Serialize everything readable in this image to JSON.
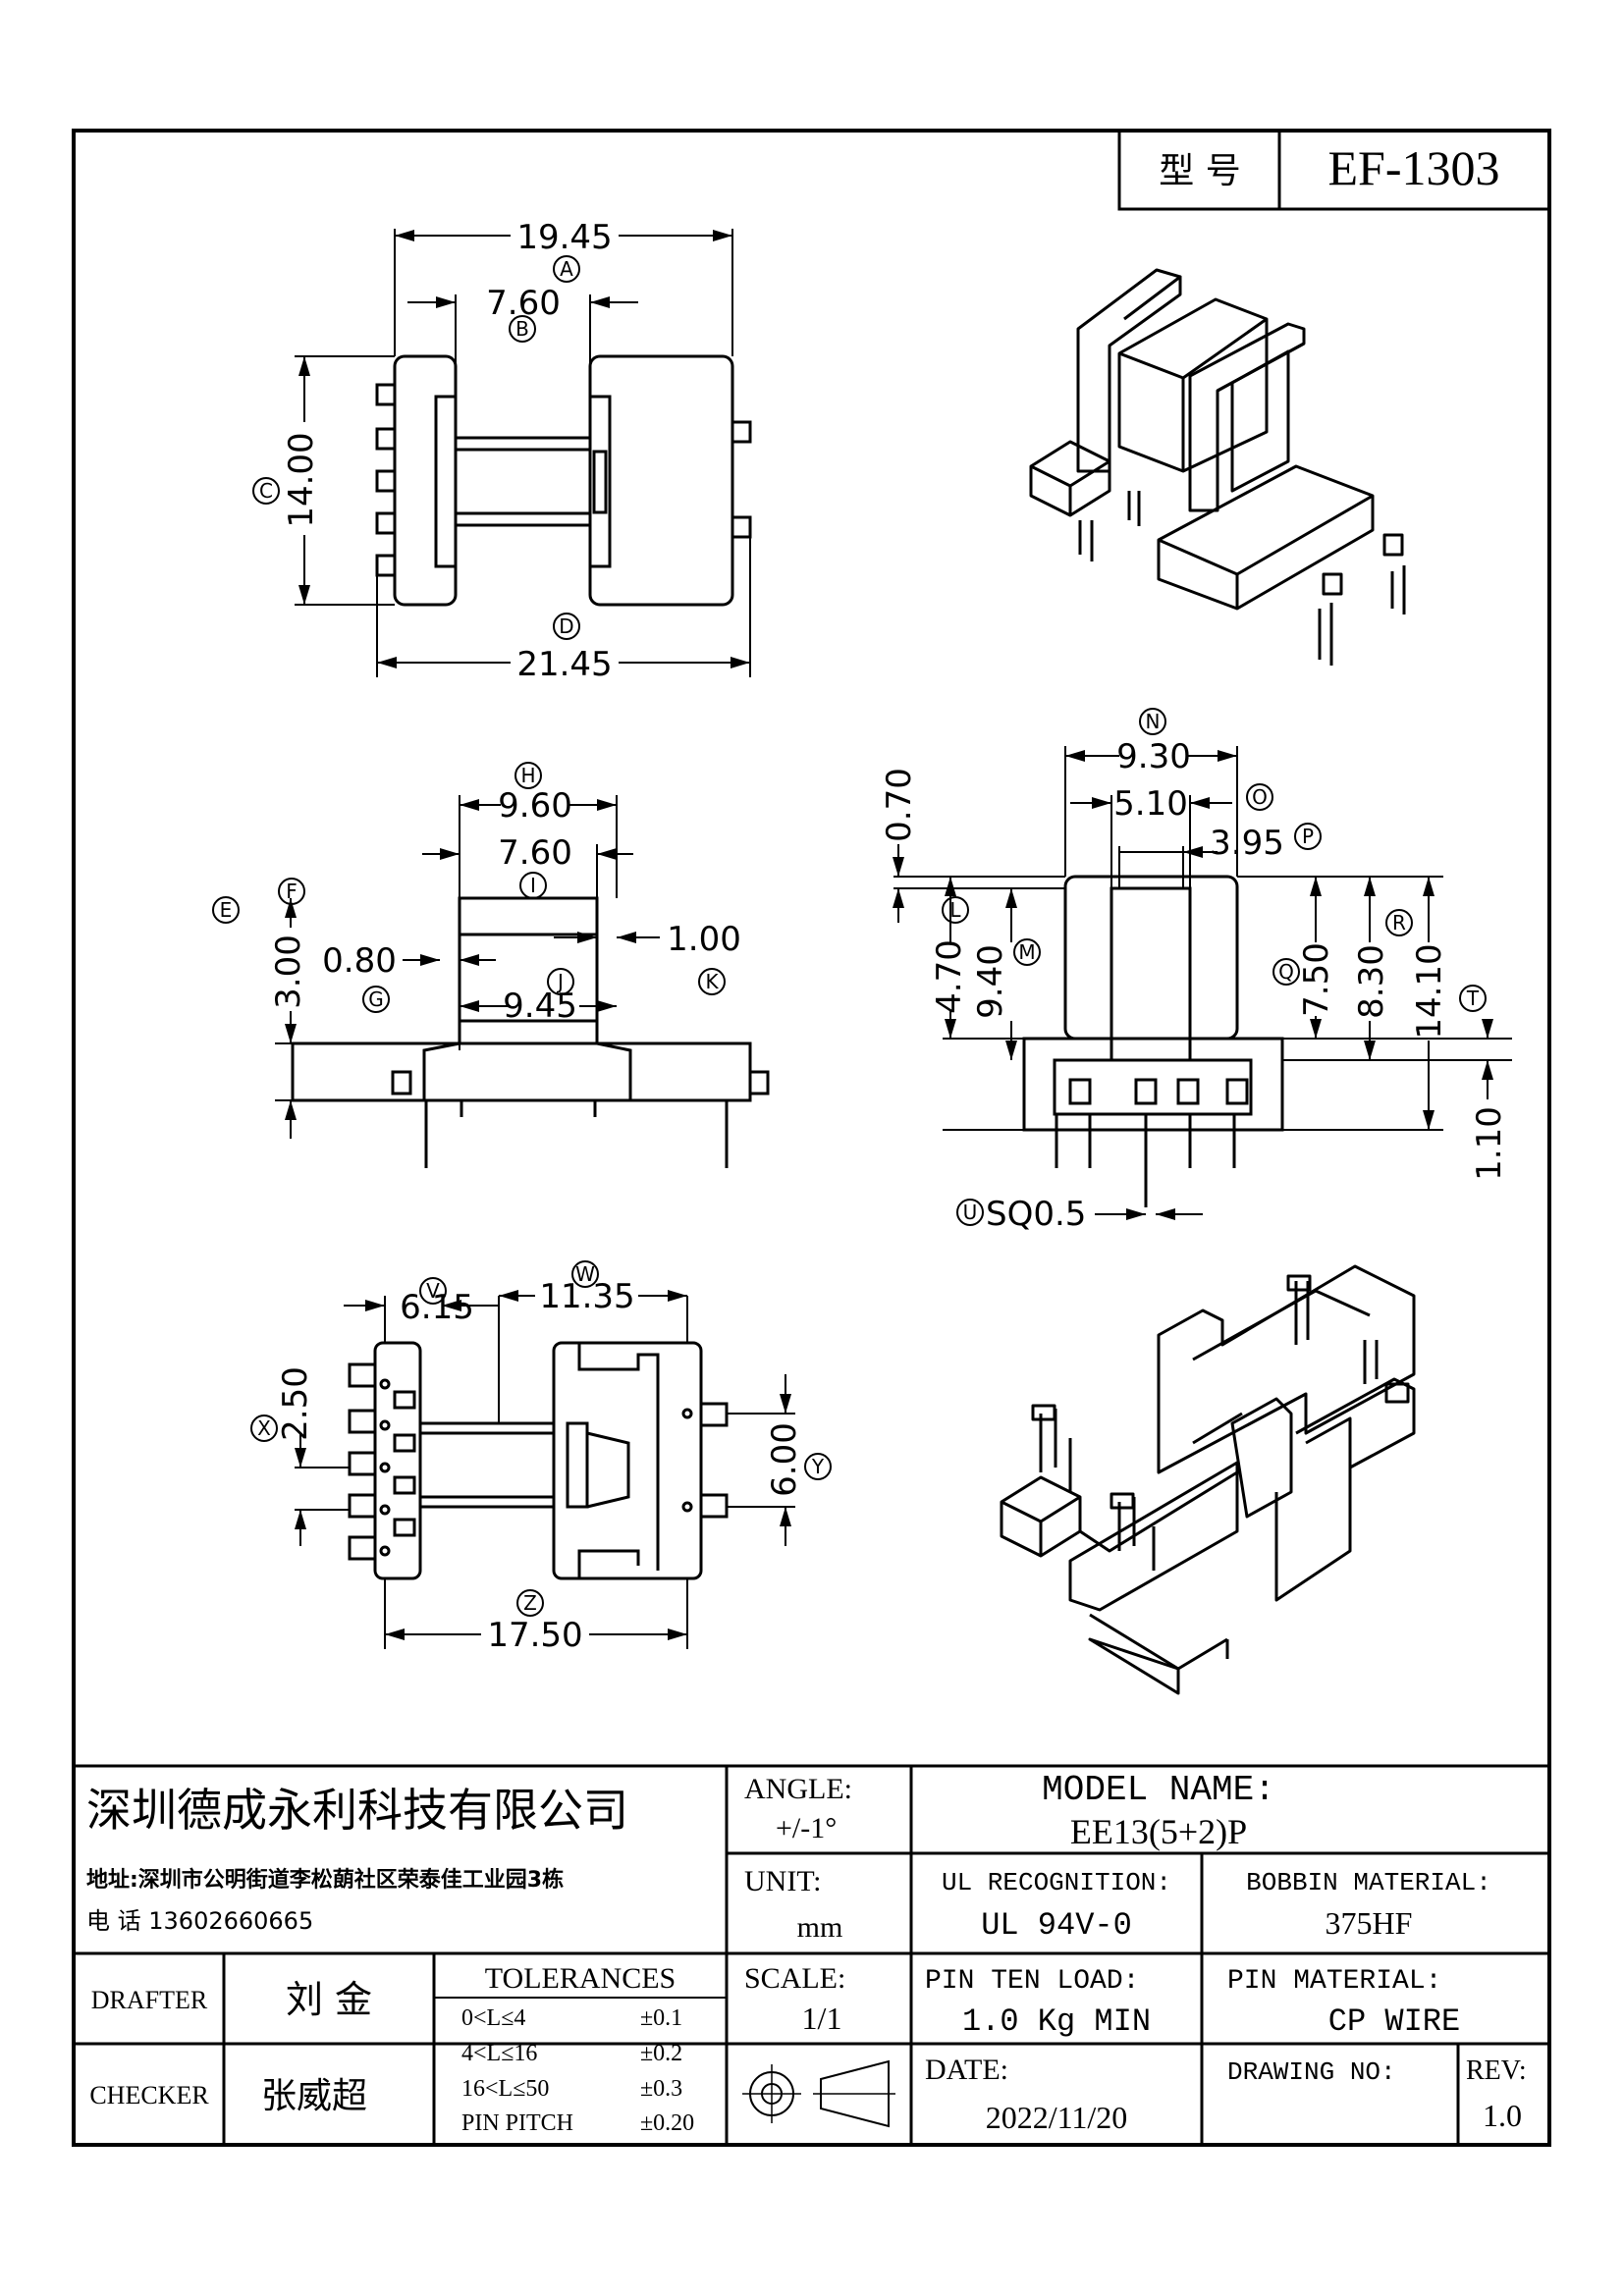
{
  "model_box": {
    "label": "型 号",
    "value": "EF-1303"
  },
  "dims": {
    "A": "19.45",
    "B": "7.60",
    "C": "14.00",
    "D": "21.45",
    "H": "9.60",
    "I": "7.60",
    "F": "3.00",
    "G": "0.80",
    "K": "1.00",
    "J": "9.45",
    "N": "9.30",
    "O": "5.10",
    "P": "3.95",
    "top_070": "0.70",
    "L": "4.70",
    "M": "9.40",
    "Q": "7.50",
    "R": "8.30",
    "T": "14.10",
    "S110": "1.10",
    "U": "SQ0.5",
    "V": "6.15",
    "W": "11.35",
    "X": "2.50",
    "Y": "6.00",
    "Z": "17.50"
  },
  "letters": [
    "A",
    "B",
    "C",
    "D",
    "E",
    "F",
    "G",
    "H",
    "I",
    "J",
    "K",
    "L",
    "M",
    "N",
    "O",
    "P",
    "Q",
    "R",
    "T",
    "U",
    "V",
    "W",
    "X",
    "Y",
    "Z"
  ],
  "title_block": {
    "company": "深圳德成永利科技有限公司",
    "address": "地址:深圳市公明街道李松蓢社区荣泰佳工业园3栋",
    "phone": "电 话 13602660665",
    "angle_label": "ANGLE:",
    "angle_value": "+/-1°",
    "model_name_label": "MODEL NAME:",
    "model_name_value": "EE13(5+2)P",
    "unit_label": "UNIT:",
    "unit_value": "mm",
    "ul_label": "UL RECOGNITION:",
    "ul_value": "UL 94V-0",
    "bobbin_label": "BOBBIN MATERIAL:",
    "bobbin_value": "375HF",
    "drafter_label": "DRAFTER",
    "drafter_value": "刘 金",
    "checker_label": "CHECKER",
    "checker_value": "张威超",
    "tolerances_label": "TOLERANCES",
    "tol_rows": [
      {
        "range": "0<L≤4",
        "tol": "±0.1"
      },
      {
        "range": "4<L≤16",
        "tol": "±0.2"
      },
      {
        "range": "16<L≤50",
        "tol": "±0.3"
      },
      {
        "range": "PIN PITCH",
        "tol": "±0.20"
      }
    ],
    "scale_label": "SCALE:",
    "scale_value": "1/1",
    "pin_load_label": "PIN TEN LOAD:",
    "pin_load_value": "1.0 Kg MIN",
    "pin_mat_label": "PIN MATERIAL:",
    "pin_mat_value": "CP WIRE",
    "date_label": "DATE:",
    "date_value": "2022/11/20",
    "drawing_no_label": "DRAWING NO:",
    "rev_label": "REV:",
    "rev_value": "1.0"
  }
}
